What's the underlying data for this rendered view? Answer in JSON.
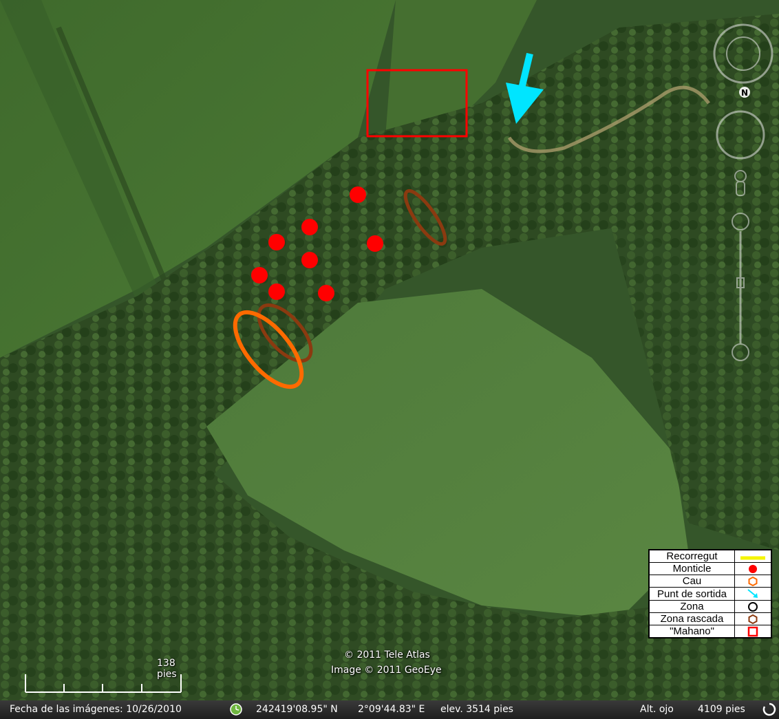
{
  "map": {
    "copyright_line1": "© 2011 Tele Atlas",
    "copyright_line2": "Image © 2011 GeoEye",
    "scale_label": "138 pies",
    "compass_label": "N"
  },
  "legend": {
    "rows": [
      {
        "label": "Recorregut",
        "symbol": "yellow-line-icon",
        "color": "#f5f500"
      },
      {
        "label": "Monticle",
        "symbol": "red-dot-icon",
        "color": "#ff0000"
      },
      {
        "label": "Cau",
        "symbol": "orange-hexagon-icon",
        "color": "#ff6a00"
      },
      {
        "label": "Punt de sortida",
        "symbol": "cyan-arrow-icon",
        "color": "#00e5ff"
      },
      {
        "label": "Zona",
        "symbol": "black-circle-icon",
        "color": "#000000"
      },
      {
        "label": "Zona rascada",
        "symbol": "brown-hexagon-icon",
        "color": "#8b3a10"
      },
      {
        "label": "\"Mahano\"",
        "symbol": "red-square-icon",
        "color": "#ff0000"
      }
    ]
  },
  "status_bar": {
    "date_label": "Fecha de las imágenes: 10/26/2010",
    "latitude": "242419'08.95\" N",
    "longitude": "2°09'44.83\" E",
    "elevation": "elev.  3514 pies",
    "eye_alt_label": "Alt. ojo",
    "eye_alt_value": "4109 pies"
  },
  "colors": {
    "monticle": "#ff0000",
    "cau": "#ff6a00",
    "zona_rascada": "#8b3a10",
    "mahano": "#ff0000",
    "punt_sortida": "#00e5ff"
  }
}
